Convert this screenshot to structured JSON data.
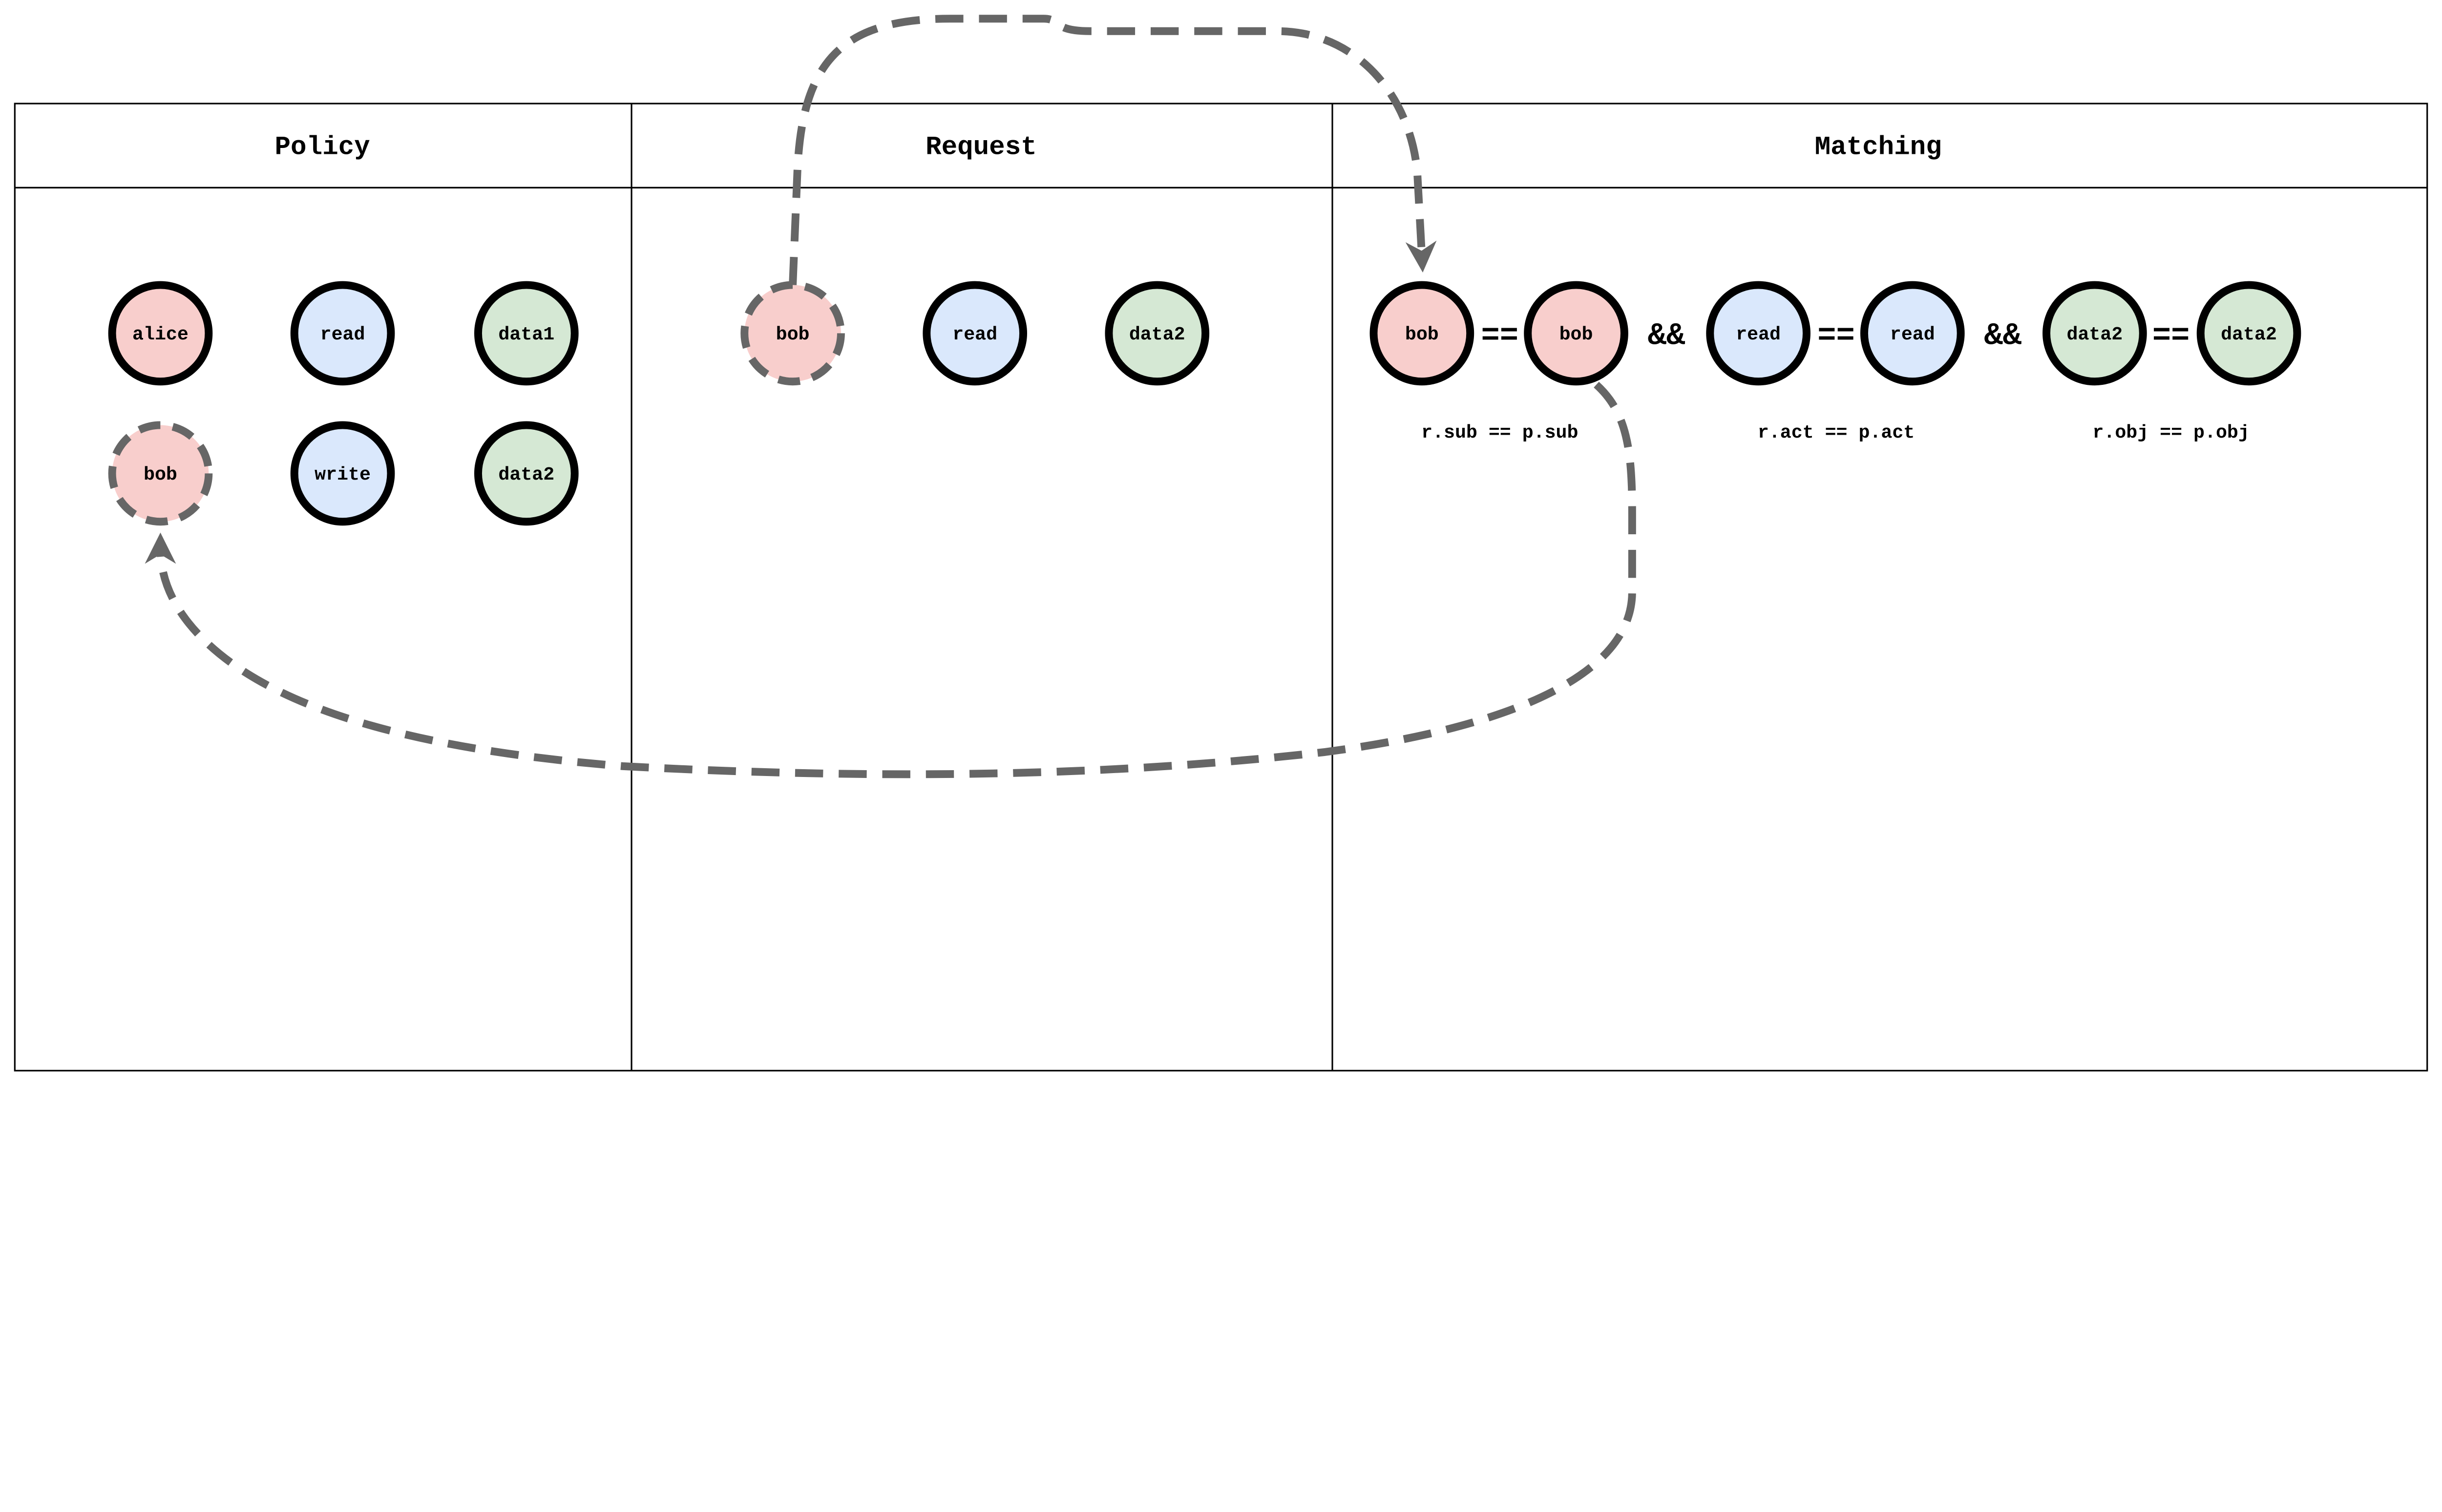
{
  "colors": {
    "subject": "#f8cecc",
    "action": "#dae8fc",
    "object": "#d5e8d4",
    "stroke": "#000000",
    "highlight": "#666666"
  },
  "panels": [
    {
      "title": "Policy"
    },
    {
      "title": "Request"
    },
    {
      "title": "Matching"
    }
  ],
  "policy": {
    "row1": [
      "alice",
      "read",
      "data1"
    ],
    "row2": [
      "bob",
      "write",
      "data2"
    ]
  },
  "request": [
    "bob",
    "read",
    "data2"
  ],
  "matching": {
    "nodes": [
      "bob",
      "bob",
      "read",
      "read",
      "data2",
      "data2"
    ],
    "operators": [
      "==",
      "&&",
      "==",
      "&&",
      "=="
    ],
    "labels": [
      "r.sub == p.sub",
      "r.act == p.act",
      "r.obj == p.obj"
    ]
  }
}
